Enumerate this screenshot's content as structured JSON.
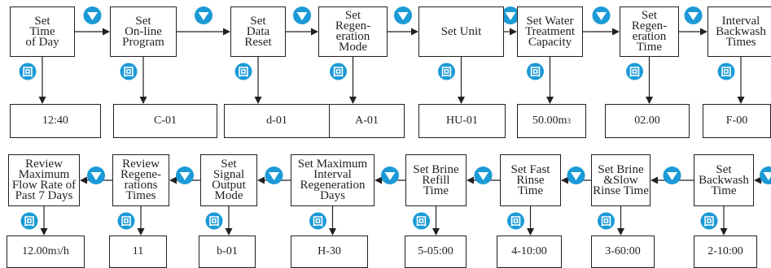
{
  "colors": {
    "line": "#231f20",
    "accent": "#1b9ad6"
  },
  "icons": {
    "next": "triangle-down-icon",
    "enter": "enter-icon"
  },
  "icon_glyphs": {
    "enter": "回"
  },
  "row1": [
    {
      "id": "time-of-day",
      "label": "Set\nTime\nof Day",
      "value": "12:40"
    },
    {
      "id": "online-program",
      "label": "Set\nOn-line\nProgram",
      "value": "C-01"
    },
    {
      "id": "data-reset",
      "label": "Set\nData\nReset",
      "value": "d-01"
    },
    {
      "id": "regen-mode",
      "label": "Set\nRegen-\neration\nMode",
      "value": "A-01"
    },
    {
      "id": "unit",
      "label": "Set Unit",
      "value": "HU-01"
    },
    {
      "id": "water-capacity",
      "label": "Set Water\nTreatment\nCapacity",
      "value": "50.00m",
      "value_sup": "3"
    },
    {
      "id": "regen-time",
      "label": "Set\nRegen-\neration\nTime",
      "value": "02.00"
    },
    {
      "id": "interval-backwash",
      "label": "Interval\nBackwash\nTimes",
      "value": "F-00"
    }
  ],
  "row2": [
    {
      "id": "max-flow-7days",
      "label": "Review\nMaximum\nFlow Rate of\nPast 7 Days",
      "value": "12.00m",
      "value_sup": "3",
      "value_suffix": "/h"
    },
    {
      "id": "review-regen-times",
      "label": "Review\nRegene-\nrations\nTimes",
      "value": "11"
    },
    {
      "id": "signal-output",
      "label": "Set\nSignal\nOutput\nMode",
      "value": "b-01"
    },
    {
      "id": "max-interval-days",
      "label": "Set Maximum\nInterval\nRegeneration\nDays",
      "value": "H-30"
    },
    {
      "id": "brine-refill",
      "label": "Set Brine\nRefill\nTime",
      "value": "5-05:00"
    },
    {
      "id": "fast-rinse",
      "label": "Set Fast\nRinse\nTime",
      "value": "4-10:00"
    },
    {
      "id": "brine-slow-rinse",
      "label": "Set Brine\n&Slow\nRinse Time",
      "value": "3-60:00"
    },
    {
      "id": "backwash-time",
      "label": "Set\nBackwash\nTime",
      "value": "2-10:00"
    }
  ]
}
